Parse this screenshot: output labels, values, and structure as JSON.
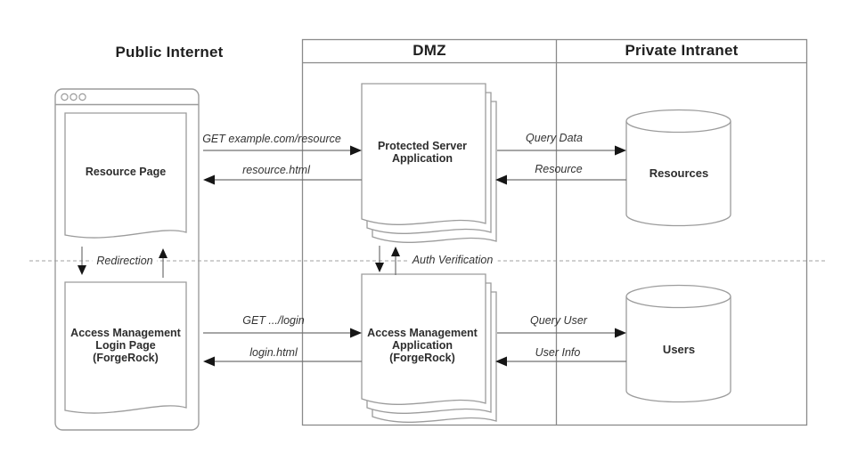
{
  "zones": {
    "public_internet": "Public Internet",
    "dmz": "DMZ",
    "private_intranet": "Private Intranet"
  },
  "nodes": {
    "resource_page": "Resource Page",
    "login_page": {
      "line1": "Access Management",
      "line2": "Login Page",
      "line3": "(ForgeRock)"
    },
    "protected_server_app": {
      "line1": "Protected Server",
      "line2": "Application"
    },
    "access_management_app": {
      "line1": "Access Management",
      "line2": "Application",
      "line3": "(ForgeRock)"
    },
    "resources_db": "Resources",
    "users_db": "Users"
  },
  "flows": {
    "get_resource": "GET example.com/resource",
    "resource_html": "resource.html",
    "query_data": "Query Data",
    "resource": "Resource",
    "redirection": "Redirection",
    "auth_verification": "Auth Verification",
    "get_login": "GET .../login",
    "login_html": "login.html",
    "query_user": "Query User",
    "user_info": "User Info"
  },
  "colors": {
    "shape_stroke": "#9c9c9c",
    "zone_stroke": "#8a8a8a",
    "arrow_line": "#707070",
    "arrow_head": "#161616",
    "dashed_line": "#b5b5b5",
    "text": "#2d2d2d"
  }
}
